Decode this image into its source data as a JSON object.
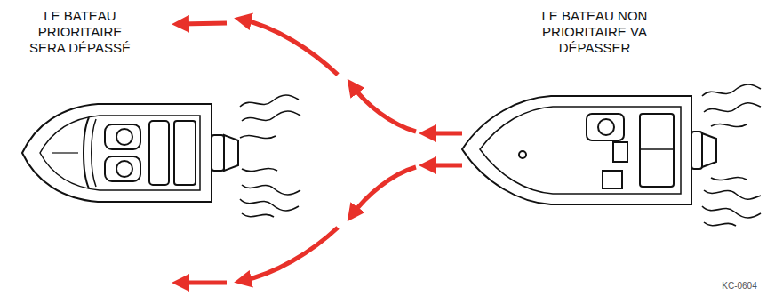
{
  "diagram": {
    "labels": [
      "LE BATEAU PRIORITAIRE SERA DÉPASSÉ",
      "LE BATEAU NON PRIORITAIRE VA DÉPASSER",
      "KC-0604"
    ]
  }
}
